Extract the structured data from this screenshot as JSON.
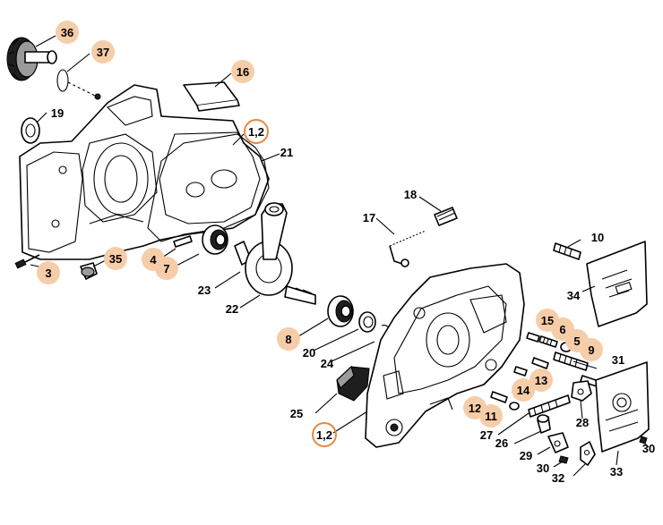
{
  "diagram": {
    "background": "#ffffff",
    "highlight_fill": "#f6cda9",
    "highlight_ring": "#e8893f",
    "callouts": [
      {
        "id": "c36",
        "text": "36",
        "style": "filled"
      },
      {
        "id": "c37",
        "text": "37",
        "style": "filled"
      },
      {
        "id": "c16",
        "text": "16",
        "style": "filled"
      },
      {
        "id": "c19",
        "text": "19",
        "style": "plain"
      },
      {
        "id": "c12a",
        "text": "1,2",
        "style": "ring"
      },
      {
        "id": "c21",
        "text": "21",
        "style": "plain"
      },
      {
        "id": "c18",
        "text": "18",
        "style": "plain"
      },
      {
        "id": "c17",
        "text": "17",
        "style": "plain"
      },
      {
        "id": "c10",
        "text": "10",
        "style": "plain"
      },
      {
        "id": "c3",
        "text": "3",
        "style": "filled"
      },
      {
        "id": "c35",
        "text": "35",
        "style": "filled"
      },
      {
        "id": "c4",
        "text": "4",
        "style": "filled"
      },
      {
        "id": "c7",
        "text": "7",
        "style": "filled"
      },
      {
        "id": "c23",
        "text": "23",
        "style": "plain"
      },
      {
        "id": "c22",
        "text": "22",
        "style": "plain"
      },
      {
        "id": "c34",
        "text": "34",
        "style": "plain"
      },
      {
        "id": "c8",
        "text": "8",
        "style": "filled"
      },
      {
        "id": "c20",
        "text": "20",
        "style": "plain"
      },
      {
        "id": "c24",
        "text": "24",
        "style": "plain"
      },
      {
        "id": "c15",
        "text": "15",
        "style": "filled"
      },
      {
        "id": "c6",
        "text": "6",
        "style": "filled"
      },
      {
        "id": "c5",
        "text": "5",
        "style": "filled"
      },
      {
        "id": "c9",
        "text": "9",
        "style": "filled"
      },
      {
        "id": "c31",
        "text": "31",
        "style": "plain"
      },
      {
        "id": "c14",
        "text": "14",
        "style": "filled"
      },
      {
        "id": "c13",
        "text": "13",
        "style": "filled"
      },
      {
        "id": "c25",
        "text": "25",
        "style": "plain"
      },
      {
        "id": "c12",
        "text": "12",
        "style": "filled"
      },
      {
        "id": "c11",
        "text": "11",
        "style": "filled"
      },
      {
        "id": "c28",
        "text": "28",
        "style": "plain"
      },
      {
        "id": "c12b",
        "text": "1,2",
        "style": "ring"
      },
      {
        "id": "c27",
        "text": "27",
        "style": "plain"
      },
      {
        "id": "c26",
        "text": "26",
        "style": "plain"
      },
      {
        "id": "c29",
        "text": "29",
        "style": "plain"
      },
      {
        "id": "c30a",
        "text": "30",
        "style": "plain"
      },
      {
        "id": "c30b",
        "text": "30",
        "style": "plain"
      },
      {
        "id": "c33",
        "text": "33",
        "style": "plain"
      },
      {
        "id": "c32",
        "text": "32",
        "style": "plain"
      }
    ]
  }
}
